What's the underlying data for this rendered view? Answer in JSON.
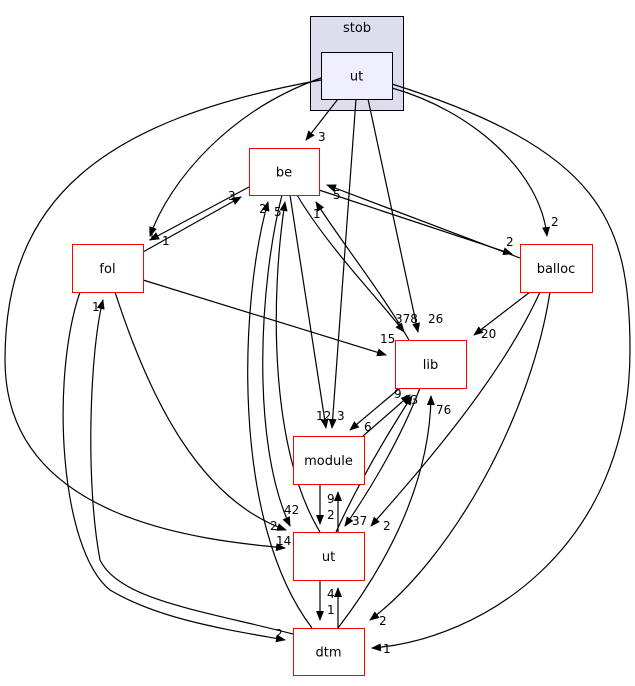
{
  "cluster": {
    "label": "stob",
    "fill": "#ddddee",
    "stroke": "#000000"
  },
  "nodes": [
    {
      "id": "stob_ut",
      "label": "ut",
      "fill": "#eeeeff",
      "stroke": "#000000"
    },
    {
      "id": "be",
      "label": "be",
      "fill": "#ffffff",
      "stroke": "#ff0000"
    },
    {
      "id": "fol",
      "label": "fol",
      "fill": "#ffffff",
      "stroke": "#ff0000"
    },
    {
      "id": "balloc",
      "label": "balloc",
      "fill": "#ffffff",
      "stroke": "#ff0000"
    },
    {
      "id": "lib",
      "label": "lib",
      "fill": "#ffffff",
      "stroke": "#ff0000"
    },
    {
      "id": "module",
      "label": "module",
      "fill": "#ffffff",
      "stroke": "#ff0000"
    },
    {
      "id": "ut",
      "label": "ut",
      "fill": "#ffffff",
      "stroke": "#ff0000"
    },
    {
      "id": "dtm",
      "label": "dtm",
      "fill": "#ffffff",
      "stroke": "#ff0000"
    }
  ],
  "edges": [
    {
      "from": "stob_ut",
      "to": "be",
      "label": "3"
    },
    {
      "from": "stob_ut",
      "to": "fol",
      "label": "1"
    },
    {
      "from": "stob_ut",
      "to": "module",
      "label": "3"
    },
    {
      "from": "stob_ut",
      "to": "lib",
      "label": "26"
    },
    {
      "from": "stob_ut",
      "to": "balloc",
      "label": "2"
    },
    {
      "from": "stob_ut",
      "to": "ut",
      "label": "14"
    },
    {
      "from": "stob_ut",
      "to": "dtm",
      "label": "1"
    },
    {
      "from": "be",
      "to": "fol",
      "label": "1"
    },
    {
      "from": "fol",
      "to": "be",
      "label": "3"
    },
    {
      "from": "be",
      "to": "balloc",
      "label": "2"
    },
    {
      "from": "balloc",
      "to": "be",
      "label": "5"
    },
    {
      "from": "be",
      "to": "lib",
      "label": "378"
    },
    {
      "from": "lib",
      "to": "be",
      "label": "1"
    },
    {
      "from": "be",
      "to": "module",
      "label": "12"
    },
    {
      "from": "be",
      "to": "ut",
      "label": "42"
    },
    {
      "from": "ut",
      "to": "be",
      "label": "5"
    },
    {
      "from": "dtm",
      "to": "be",
      "label": "2"
    },
    {
      "from": "fol",
      "to": "lib",
      "label": "15"
    },
    {
      "from": "fol",
      "to": "ut",
      "label": "2"
    },
    {
      "from": "fol",
      "to": "dtm",
      "label": "2"
    },
    {
      "from": "dtm",
      "to": "fol",
      "label": "1"
    },
    {
      "from": "balloc",
      "to": "lib",
      "label": "20"
    },
    {
      "from": "balloc",
      "to": "ut",
      "label": "2"
    },
    {
      "from": "balloc",
      "to": "dtm",
      "label": "2"
    },
    {
      "from": "module",
      "to": "lib",
      "label": "9"
    },
    {
      "from": "lib",
      "to": "module",
      "label": "6"
    },
    {
      "from": "ut",
      "to": "lib",
      "label": "63"
    },
    {
      "from": "lib",
      "to": "ut",
      "label": "37"
    },
    {
      "from": "dtm",
      "to": "lib",
      "label": "76"
    },
    {
      "from": "module",
      "to": "ut",
      "label": "2"
    },
    {
      "from": "ut",
      "to": "module",
      "label": "9"
    },
    {
      "from": "ut",
      "to": "dtm",
      "label": "1"
    },
    {
      "from": "dtm",
      "to": "ut",
      "label": "4"
    }
  ]
}
